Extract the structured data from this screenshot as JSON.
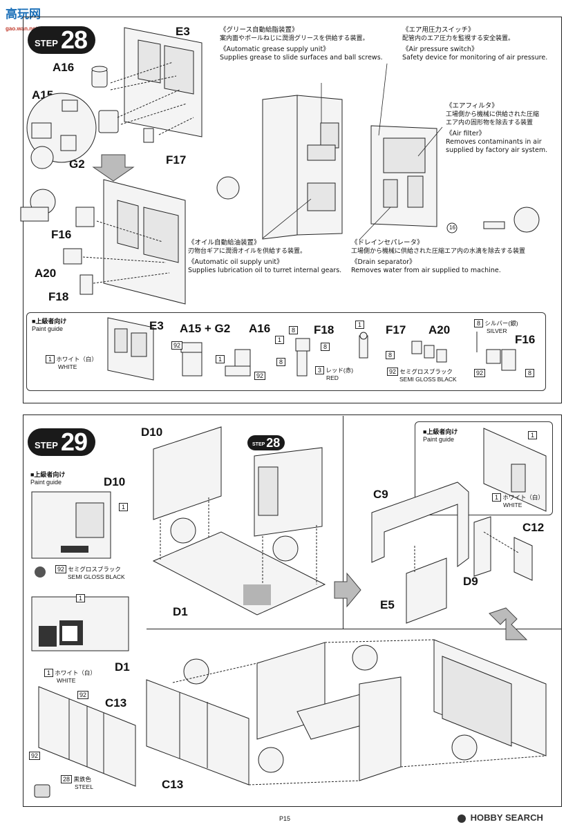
{
  "watermark_top": "高玩网",
  "watermark_top_sub": "gao.wan.net",
  "step28": {
    "badge_word": "STEP",
    "badge_num": "28",
    "labels": {
      "e3": "E3",
      "a16": "A16",
      "a15": "A15",
      "g2a": "G2",
      "g2b": "G2",
      "f17": "F17",
      "f16": "F16",
      "a20": "A20",
      "f18": "F18"
    },
    "notes": {
      "grease_jp": "《グリース自動給脂装置》",
      "grease_jp_desc": "案内面やボールねじに潤滑グリースを供給する装置。",
      "grease_en": "《Automatic grease supply unit》",
      "grease_en_desc": "Supplies grease to slide surfaces and ball screws.",
      "air_sw_jp": "《エア用圧力スイッチ》",
      "air_sw_jp_desc": "配管内のエア圧力を監視する安全装置。",
      "air_sw_en": "《Air pressure switch》",
      "air_sw_en_desc": "Safety device for monitoring of air pressure.",
      "filter_jp": "《エアフィルタ》",
      "filter_jp_desc1": "工場側から機械に供給された圧縮",
      "filter_jp_desc2": "エア内の固形物を除去する装置",
      "filter_en": "《Air filter》",
      "filter_en_desc1": "Removes contaminants in air",
      "filter_en_desc2": "supplied by factory air system.",
      "oil_jp": "《オイル自動給油装置》",
      "oil_jp_desc": "刃物台ギアに潤滑オイルを供給する装置。",
      "oil_en": "《Automatic oil supply unit》",
      "oil_en_desc": "Supplies lubrication oil to turret internal gears.",
      "drain_jp": "《ドレインセパレータ》",
      "drain_jp_desc": "工場側から機械に供給された圧縮エア内の水滴を除去する装置",
      "drain_en": "《Drain separator》",
      "drain_en_desc": "Removes water from air supplied to machine.",
      "decal_num": "16"
    },
    "paint_guide": {
      "title_jp": "■上級者向け",
      "title_en": "Paint guide",
      "e3": "E3",
      "a15g2": "A15 + G2",
      "a16": "A16",
      "f18": "F18",
      "f17": "F17",
      "a20": "A20",
      "f16": "F16",
      "white_num": "1",
      "white_jp": "ホワイト（白）",
      "white_en": "WHITE",
      "red_num": "3",
      "red_jp": "レッド(赤)",
      "red_en": "RED",
      "sgb_num": "92",
      "sgb_jp": "セミグロスブラック",
      "sgb_en": "SEMI GLOSS BLACK",
      "silver_num": "8",
      "silver_jp": "シルバー(銀)",
      "silver_en": "SILVER",
      "n92": "92",
      "n1": "1",
      "n8": "8"
    }
  },
  "step29": {
    "badge_word": "STEP",
    "badge_num": "29",
    "ref_word": "STEP",
    "ref_num": "28",
    "labels": {
      "d10": "D10",
      "d1": "D1",
      "c9": "C9",
      "d9": "D9",
      "c12": "C12",
      "e5": "E5",
      "c13": "C13"
    },
    "paint_guide": {
      "title_jp": "■上級者向け",
      "title_en": "Paint guide",
      "d10": "D10",
      "d1": "D1",
      "c13": "C13",
      "n1": "1",
      "n92": "92",
      "n28": "28",
      "sgb_jp": "セミグロスブラック",
      "sgb_en": "SEMI GLOSS BLACK",
      "white_jp": "ホワイト（白）",
      "white_en": "WHITE",
      "steel_jp": "黒鉄色",
      "steel_en": "STEEL"
    },
    "right_guide": {
      "title_jp": "■上級者向け",
      "title_en": "Paint guide",
      "n1": "1",
      "white_jp": "ホワイト（白）",
      "white_en": "WHITE"
    }
  },
  "footer": {
    "page": "P15",
    "watermark": "HOBBY SEARCH"
  }
}
